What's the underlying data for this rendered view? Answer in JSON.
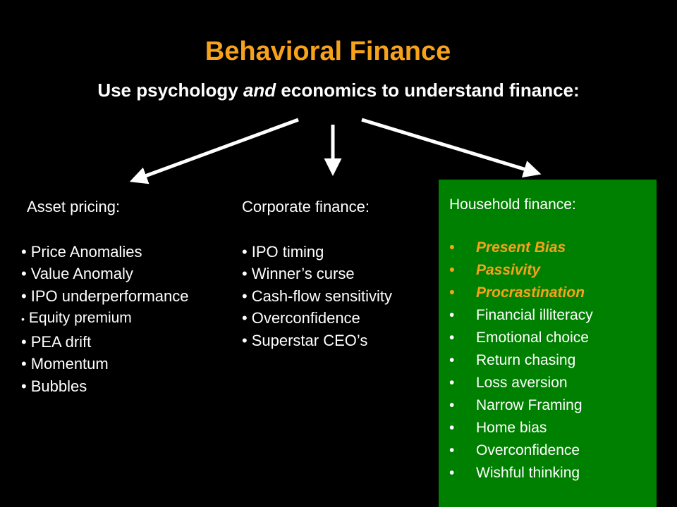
{
  "title": "Behavioral Finance",
  "subtitle": {
    "before": "Use psychology ",
    "emphasis": "and",
    "after": " economics to understand finance:"
  },
  "colors": {
    "title": "#f7a21b",
    "highlight": "#f7a21b",
    "household_box": "#008000",
    "background": "#000000",
    "text": "#ffffff"
  },
  "bullet_glyph": "•",
  "asset_pricing": {
    "heading": "Asset pricing:",
    "items": [
      "Price Anomalies",
      "Value Anomaly",
      "IPO underperformance",
      "Equity premium",
      "PEA drift",
      "Momentum",
      "Bubbles"
    ]
  },
  "corporate_finance": {
    "heading": "Corporate finance:",
    "items": [
      "IPO timing",
      "Winner’s curse",
      "Cash-flow sensitivity",
      "Overconfidence",
      "Superstar CEO’s"
    ]
  },
  "household_finance": {
    "heading": "Household finance:",
    "items": [
      "Present Bias",
      "Passivity",
      "Procrastination",
      "Financial illiteracy",
      "Emotional choice",
      "Return chasing",
      "Loss aversion",
      "Narrow Framing",
      "Home bias",
      "Overconfidence",
      "Wishful thinking"
    ],
    "highlighted_count": 3
  }
}
